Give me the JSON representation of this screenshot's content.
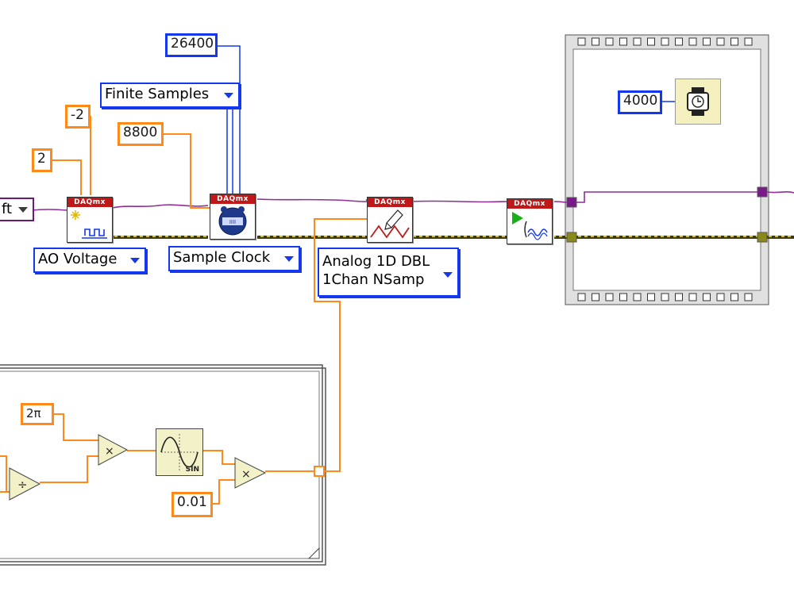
{
  "constants": {
    "samples_total": "26400",
    "min_value": "-2",
    "max_value": "2",
    "rate": "8800",
    "wait_ms": "4000",
    "two_pi": "2π",
    "amplitude": "0.01"
  },
  "rings": {
    "sample_mode": "Finite Samples",
    "timing_type": "Sample Clock",
    "channel_type": "AO Voltage",
    "write_type_line1": "Analog 1D DBL",
    "write_type_line2": "1Chan NSamp",
    "left_cut": "ft"
  },
  "vi_labels": {
    "daqmx_header": "DAQmx",
    "sine_label": "SIN"
  },
  "colors": {
    "numeric_blue": "#1438ee",
    "numeric_orange": "#ff8a1a",
    "task_wire": "#8e2f95",
    "error_wire": "#d6c300",
    "frame_gray": "#8a8a8a"
  }
}
